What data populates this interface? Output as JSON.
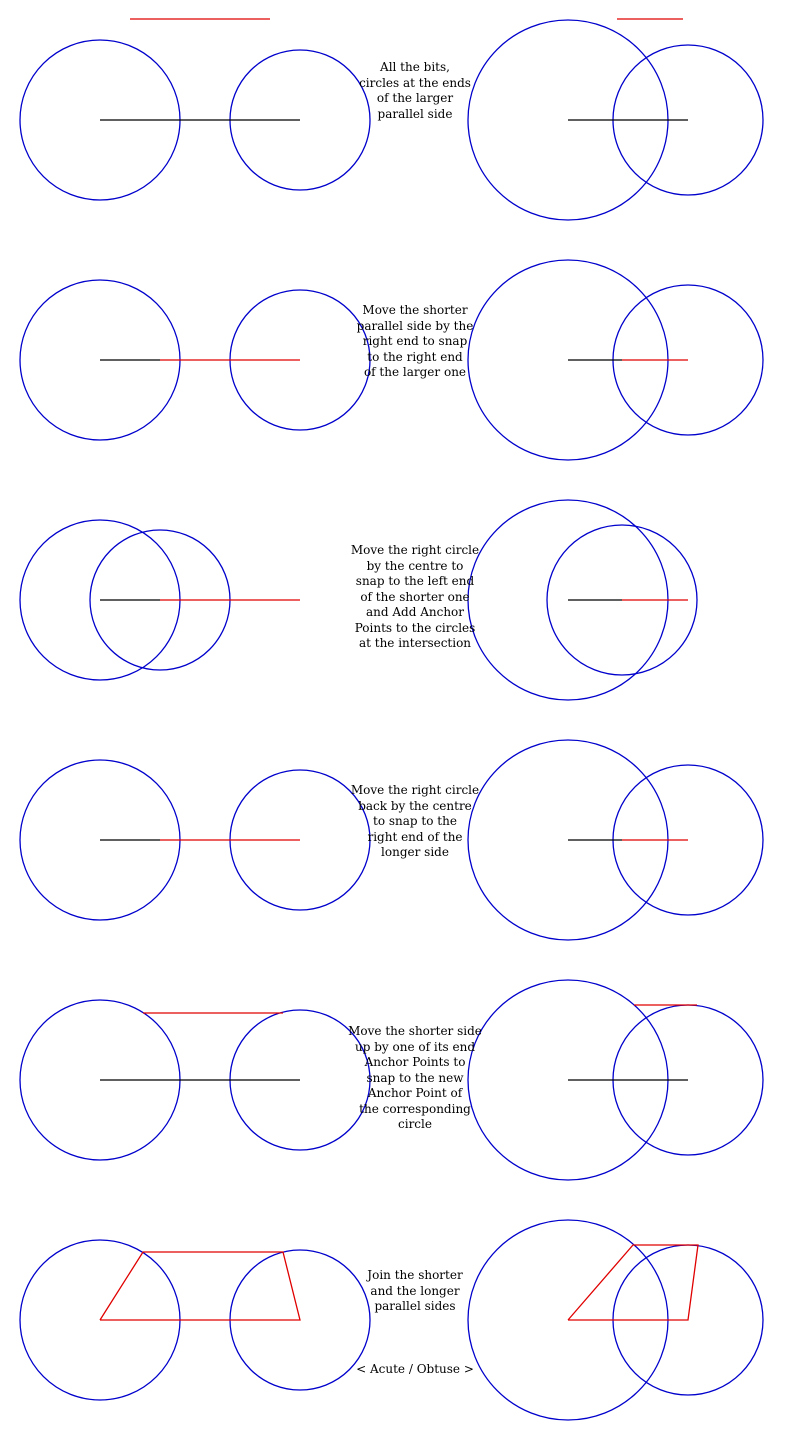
{
  "colors": {
    "circle": "#0000cc",
    "longer_side": "#000000",
    "shorter_side": "#e00000"
  },
  "steps": [
    {
      "name": "step-1",
      "caption": [
        "All the bits,",
        "circles at the ends",
        "of the larger",
        "parallel side"
      ]
    },
    {
      "name": "step-2",
      "caption": [
        "Move the shorter",
        "parallel side by the",
        "right end to snap",
        "to the right end",
        "of the larger one"
      ]
    },
    {
      "name": "step-3",
      "caption": [
        "Move the right circle",
        "by the centre to",
        "snap to the left end",
        "of the shorter one",
        "and Add Anchor",
        "Points to the circles",
        "at the intersection"
      ]
    },
    {
      "name": "step-4",
      "caption": [
        "Move the right circle",
        "back by the centre",
        "to snap to the",
        "right end of the",
        "longer side"
      ]
    },
    {
      "name": "step-5",
      "caption": [
        "Move the shorter side",
        "up by one of its end",
        "Anchor Points to",
        "snap to the new",
        "Anchor Point of",
        "the corresponding",
        "circle"
      ]
    },
    {
      "name": "step-6",
      "caption": [
        "Join the shorter",
        "and the longer",
        "parallel sides"
      ]
    }
  ],
  "footer_caption": "< Acute / Obtuse >"
}
